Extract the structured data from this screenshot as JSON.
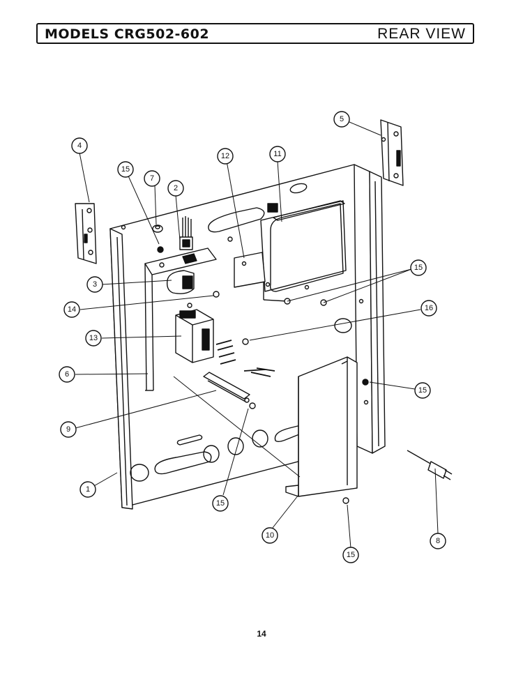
{
  "header": {
    "model_title": "MODELS CRG502-602",
    "view_title": "REAR VIEW"
  },
  "page_number": "14",
  "callouts": [
    "1",
    "2",
    "3",
    "4",
    "5",
    "6",
    "7",
    "8",
    "9",
    "10",
    "11",
    "12",
    "13",
    "14",
    "15",
    "16"
  ],
  "line_color": "#111111"
}
